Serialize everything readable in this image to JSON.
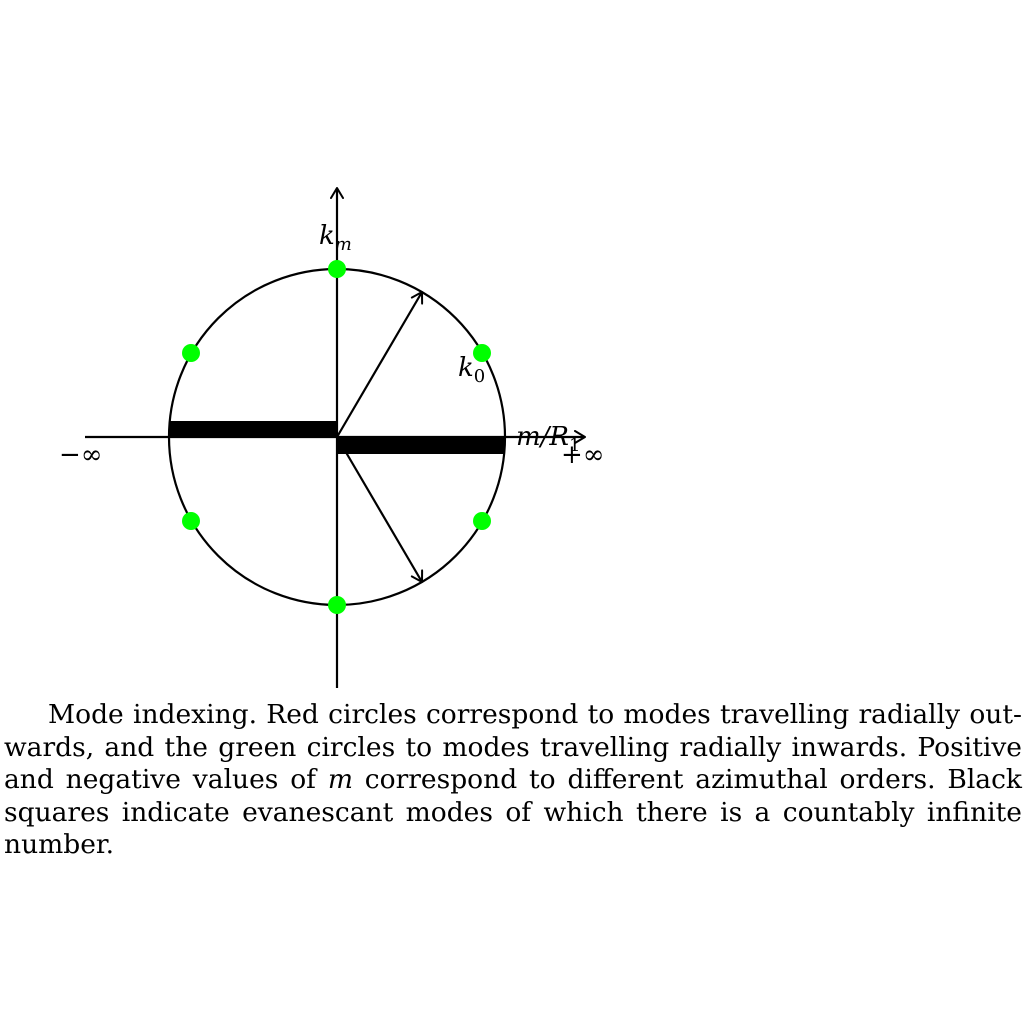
{
  "diagram": {
    "labels": {
      "vertical_axis": "k_m",
      "vertical_axis_base": "k",
      "vertical_axis_sub": "m",
      "radius": "k_0",
      "radius_base": "k",
      "radius_sub": "0",
      "horizontal_axis": "m/R_1",
      "horizontal_axis_base": "m/R",
      "horizontal_axis_sub": "1",
      "neg_infinity": "−∞",
      "pos_infinity": "+∞"
    },
    "colors": {
      "line": "#000000",
      "inward_mode": "#00ff00",
      "evanescant_bar": "#000000"
    },
    "inward_mode_count": 6
  },
  "caption": {
    "part1": "Mode indexing. Red circles correspond to modes travelling radially out­wards, and the green circles to modes travelling radially inwards. Positive and negative values of ",
    "var": "m",
    "part2": " correspond to different azimuthal orders. Black squares indicate evanescant modes of which there is a countably infinite number."
  }
}
